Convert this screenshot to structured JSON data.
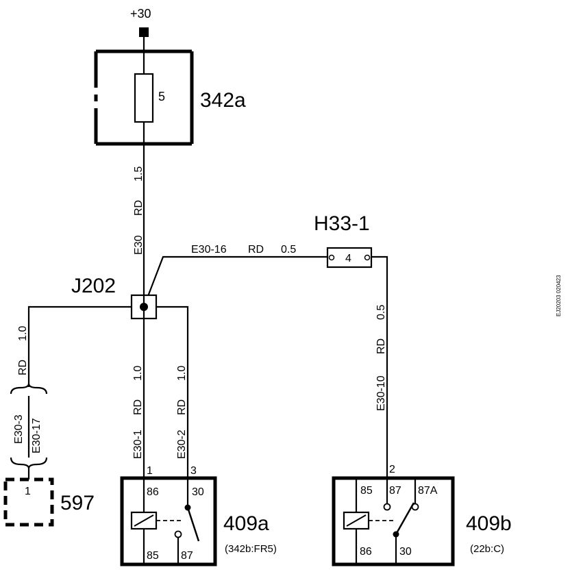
{
  "supply": {
    "label": "+30"
  },
  "fuse_box": {
    "id": "342a",
    "fuse_number": "5"
  },
  "wires": {
    "main_feed": [
      "E30",
      "RD",
      "1.5"
    ],
    "branch_top": [
      "E30-16",
      "RD",
      "0.5"
    ],
    "to_597": [
      "RD",
      "1.0"
    ],
    "to_409a_86": [
      "E30-1",
      "RD",
      "1.0"
    ],
    "to_409a_30": [
      "E30-2",
      "RD",
      "1.0"
    ],
    "to_409b_85": [
      "E30-10",
      "RD",
      "0.5"
    ],
    "alt_top": "E30-3",
    "alt_bottom": "E30-17"
  },
  "splice": {
    "id": "J202"
  },
  "connector_h33": {
    "id": "H33-1",
    "pin": "4"
  },
  "component_597": {
    "id": "597",
    "pin": "1"
  },
  "relay_409a": {
    "id": "409a",
    "ref": "(342b:FR5)",
    "entry_pins": [
      "1",
      "3"
    ],
    "terminals": {
      "t86": "86",
      "t30": "30",
      "t85": "85",
      "t87": "87"
    }
  },
  "relay_409b": {
    "id": "409b",
    "ref": "(22b:C)",
    "entry_pin": "2",
    "terminals": {
      "t85": "85",
      "t87": "87",
      "t87a": "87A",
      "t86": "86",
      "t30": "30"
    }
  },
  "doc_code": "EJ20203 020423"
}
